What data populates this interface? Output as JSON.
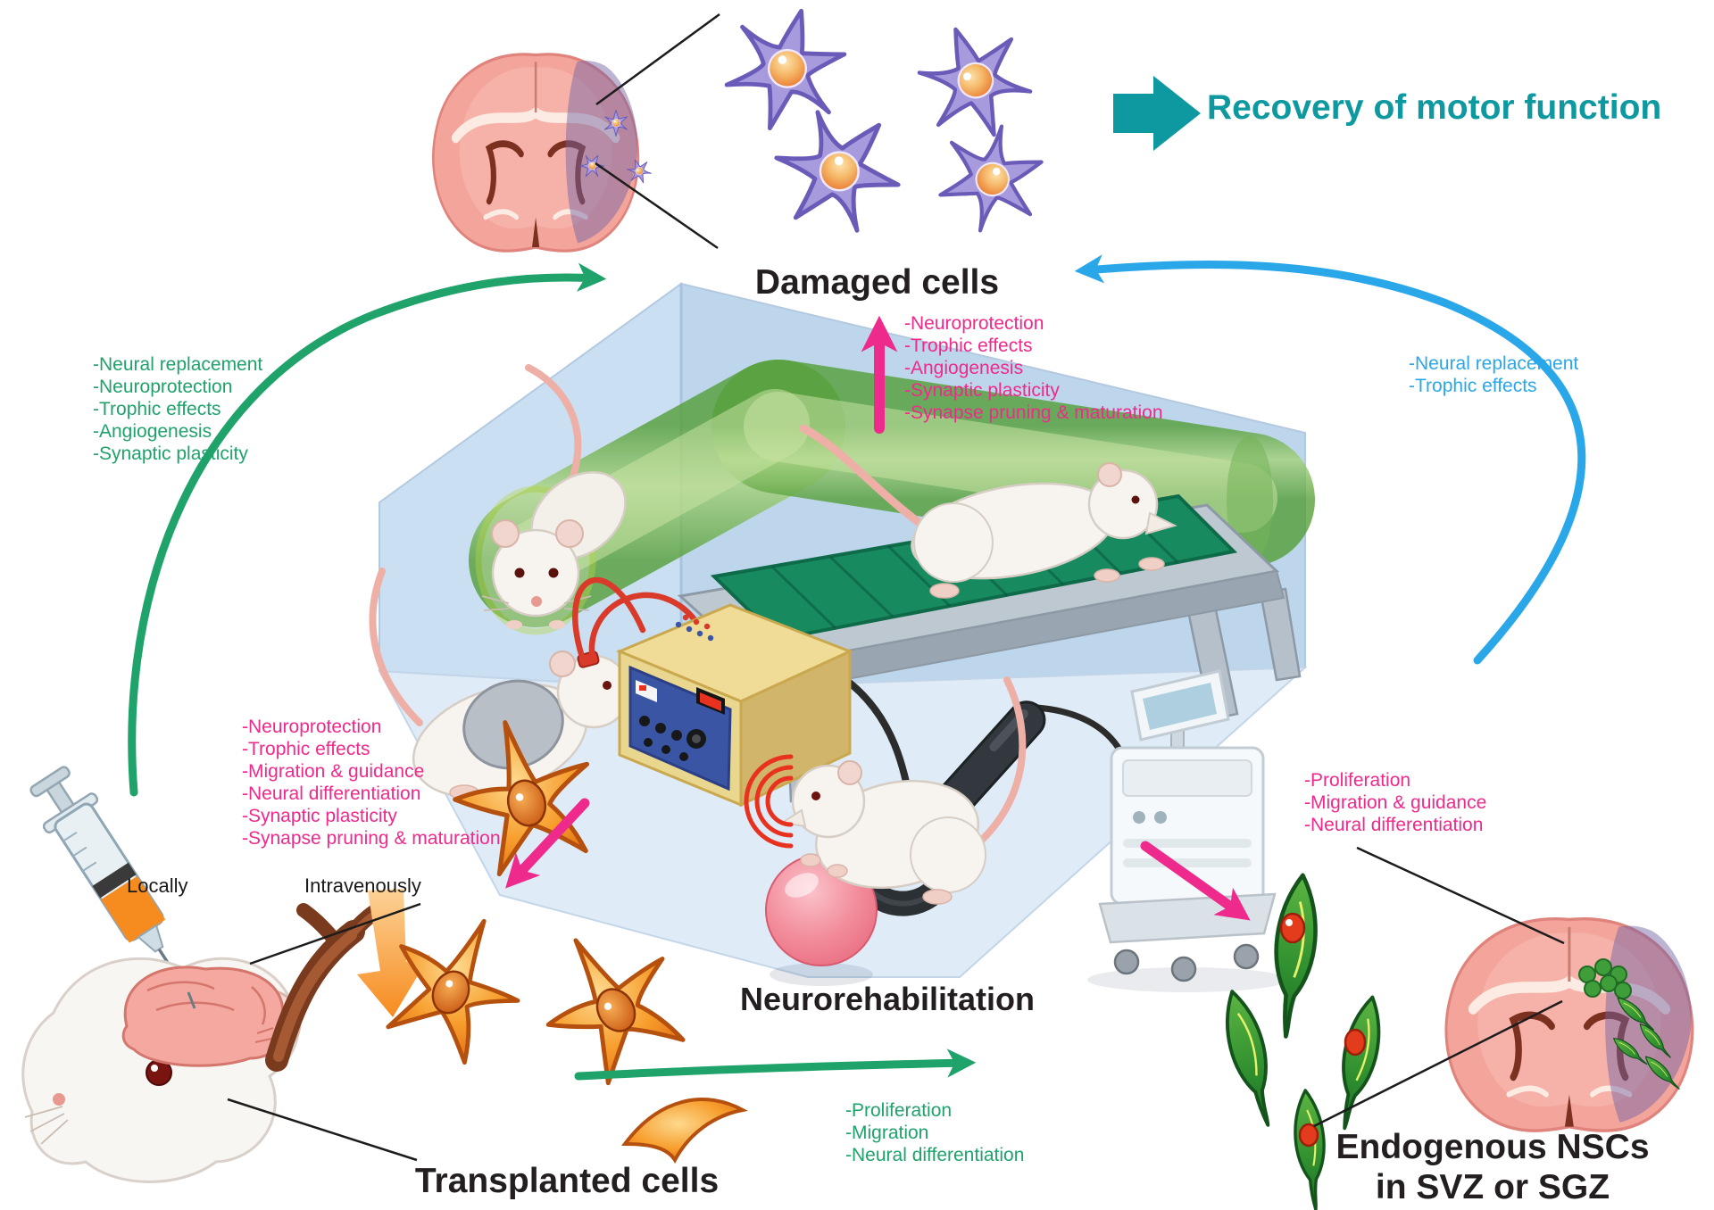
{
  "figure": {
    "labels": {
      "damaged_cells": "Damaged cells",
      "recovery": "Recovery of motor function",
      "neurorehabilitation": "Neurorehabilitation",
      "transplanted_cells": "Transplanted cells",
      "endogenous_nscs_line1": "Endogenous NSCs",
      "endogenous_nscs_line2": "in SVZ or SGZ",
      "locally": "Locally",
      "intravenously": "Intravenously"
    },
    "effect_lists": {
      "transplanted_to_damaged": {
        "color": "#1fa36b",
        "items": [
          "-Neural replacement",
          "-Neuroprotection",
          "-Trophic effects",
          "-Angiogenesis",
          "-Synaptic plasticity"
        ]
      },
      "rehab_to_damaged": {
        "color": "#ee2a8c",
        "items": [
          "-Neuroprotection",
          "-Trophic effects",
          "-Angiogenesis",
          "-Synaptic plasticity",
          "-Synapse pruning & maturation"
        ]
      },
      "endogenous_to_damaged": {
        "color": "#2aa7e8",
        "items": [
          "-Neural replacement",
          "-Trophic effects"
        ]
      },
      "rehab_to_transplanted": {
        "color": "#ee2a8c",
        "items": [
          "-Neuroprotection",
          "-Trophic effects",
          "-Migration & guidance",
          "-Neural differentiation",
          "-Synaptic plasticity",
          "-Synapse pruning & maturation"
        ]
      },
      "rehab_to_endogenous": {
        "color": "#ee2a8c",
        "items": [
          "-Proliferation",
          "-Migration & guidance",
          "-Neural differentiation"
        ]
      },
      "transplanted_to_endogenous": {
        "color": "#1fa36b",
        "items": [
          "-Proliferation",
          "-Migration",
          "-Neural differentiation"
        ]
      }
    },
    "colors": {
      "green_arrow": "#1fa36b",
      "pink_arrow": "#ee2a8c",
      "blue_arrow": "#2aa7e8",
      "teal_accent": "#0e98a0",
      "text": "#231f20"
    }
  }
}
